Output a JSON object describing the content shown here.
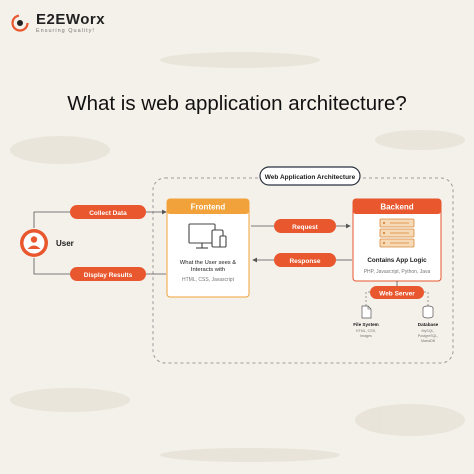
{
  "brand": {
    "name": "E2EWorx",
    "tagline": "Ensuring Quality!"
  },
  "title": "What is web application architecture?",
  "diagram": {
    "header": "Web Application Architecture",
    "user": {
      "label": "User"
    },
    "flows": {
      "collect": "Collect Data",
      "display": "Display Results",
      "request": "Request",
      "response": "Response"
    },
    "frontend": {
      "title": "Frontend",
      "desc_line1": "What the User sees &",
      "desc_line2": "Interacts with",
      "tech": "HTML, CSS, Javascript"
    },
    "backend": {
      "title": "Backend",
      "desc": "Contains App Logic",
      "tech": "PHP, Javascript, Python, Java"
    },
    "webserver": {
      "title": "Web Server",
      "filesystem": "File System",
      "filesystem_sub1": "HTML, CSS,",
      "filesystem_sub2": "Images",
      "database": "Database",
      "database_sub1": "MySQL,",
      "database_sub2": "PostgreSQL,",
      "database_sub3": "MariaDB"
    }
  },
  "colors": {
    "accent": "#e8572e",
    "frontend": "#f2a23a",
    "text": "#1a1a1a",
    "muted": "#777777",
    "header_bg": "#2a3040"
  }
}
